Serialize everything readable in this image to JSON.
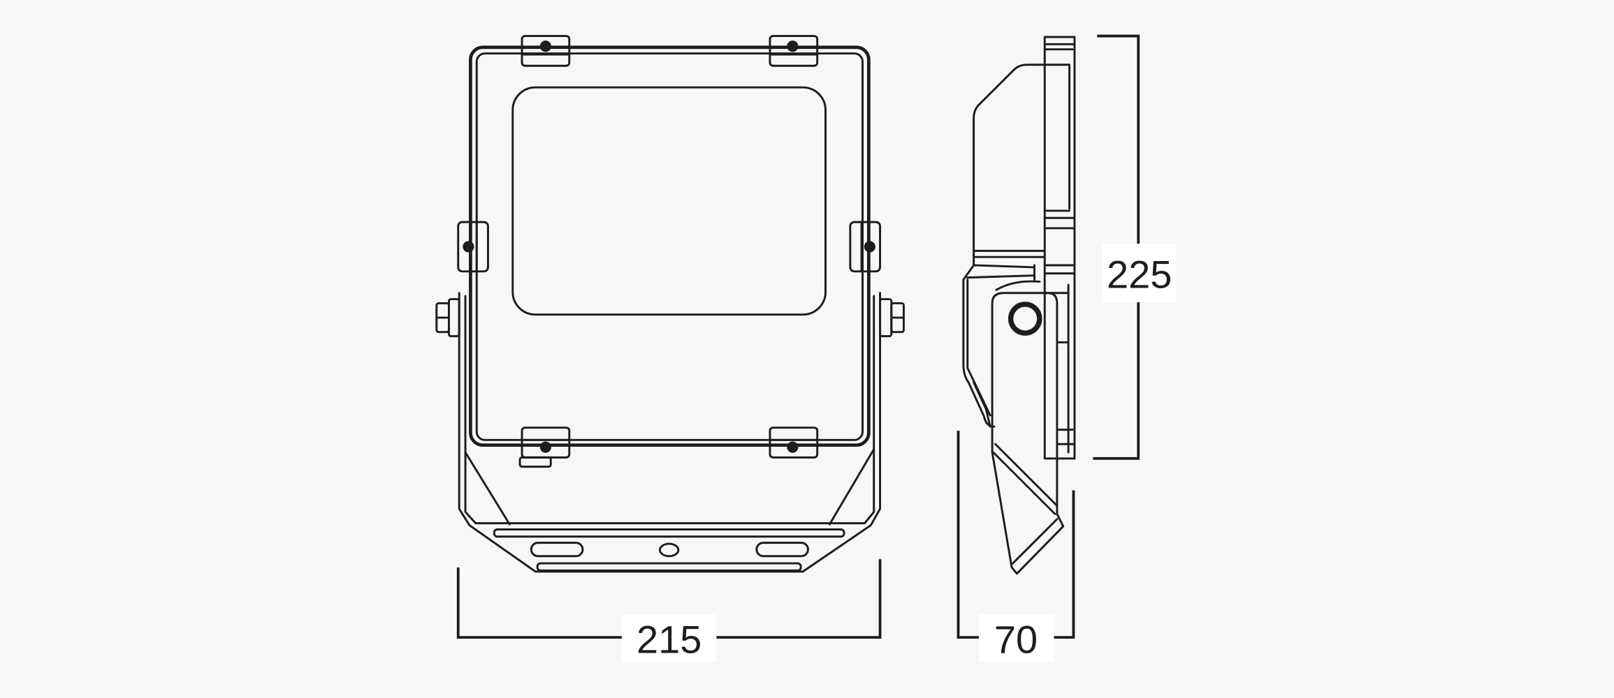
{
  "dimensions": {
    "width": "215",
    "depth": "70",
    "height": "225"
  },
  "colors": {
    "line": "#1d1d1b",
    "background": "#f7f7f7"
  }
}
